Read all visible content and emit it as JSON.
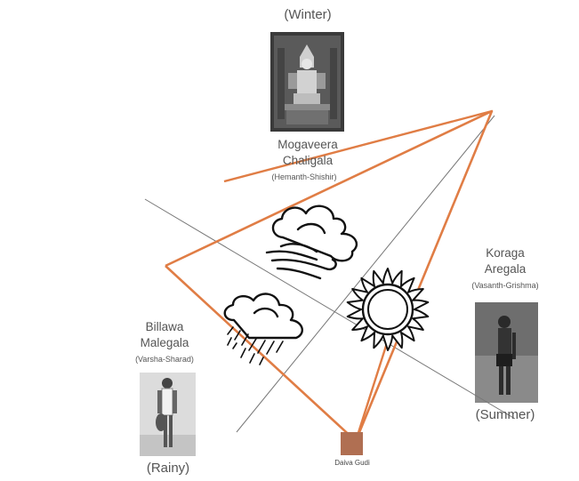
{
  "top": {
    "season": "(Winter)",
    "name_line1": "Mogaveera",
    "name_line2": "Chaligala",
    "subtitle": "(Hemanth-Shishir)"
  },
  "right": {
    "season": "(Summer)",
    "name_line1": "Koraga",
    "name_line2": "Aregala",
    "subtitle": "(Vasanth-Grishma)"
  },
  "left": {
    "season": "(Rainy)",
    "name_line1": "Billawa",
    "name_line2": "Malegala",
    "subtitle": "(Varsha-Sharad)"
  },
  "center": {
    "label": "Daiva Gudi"
  },
  "colors": {
    "triangle": "#e07d45",
    "lines": "#777777",
    "gudi": "#b06f52",
    "text": "#555555"
  },
  "icons": [
    "deity-photo",
    "person-photo",
    "cloud-wind-icon",
    "rain-cloud-icon",
    "sun-icon"
  ]
}
